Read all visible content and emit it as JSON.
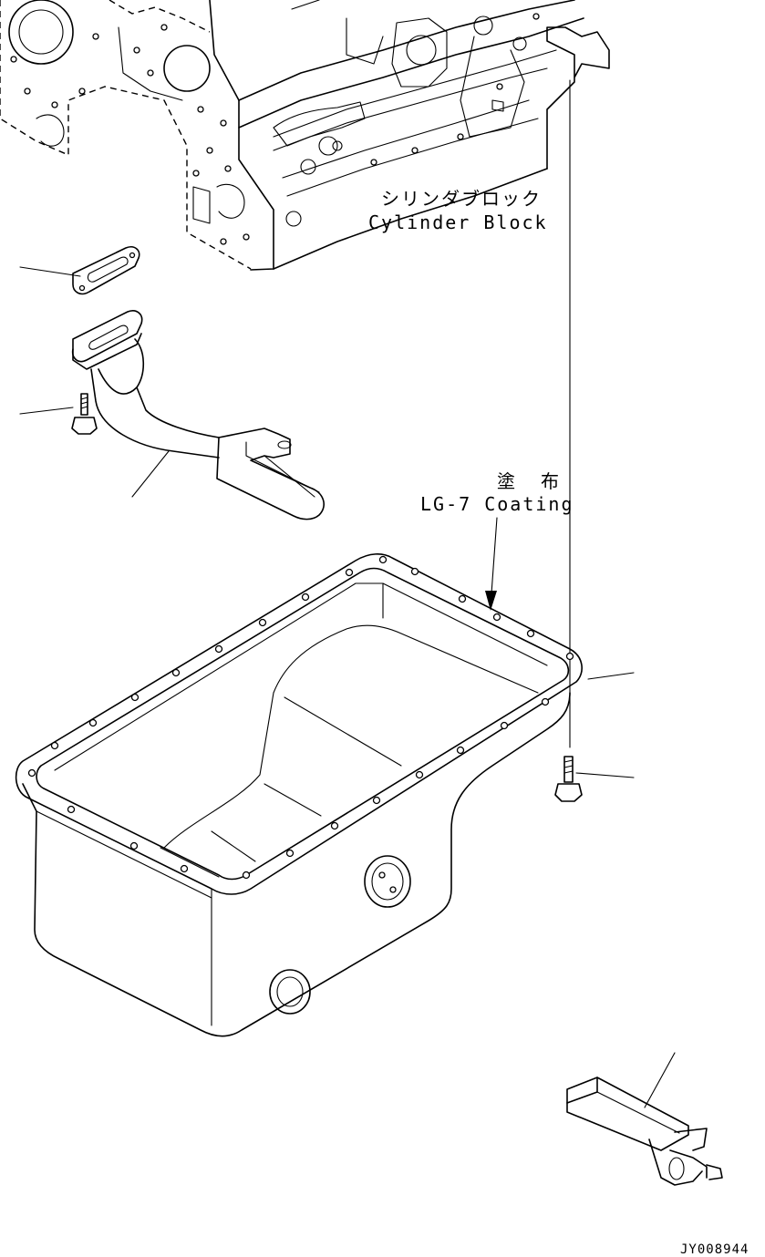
{
  "labels": {
    "cylinder_block_jp": "シリンダブロック",
    "cylinder_block_en": "Cylinder Block",
    "coating_jp": "塗 布",
    "coating_en": "LG-7 Coating",
    "drawing_number": "JY008944"
  },
  "icons": {
    "cylinder_block": "cylinder-block-drawing",
    "oil_pan": "oil-pan-drawing",
    "gasket": "gasket-drawing",
    "suction_pipe": "suction-pipe-drawing",
    "bolt": "bolt-drawing",
    "tool": "tool-drawing"
  },
  "colors": {
    "line": "#000000",
    "background": "#ffffff"
  }
}
